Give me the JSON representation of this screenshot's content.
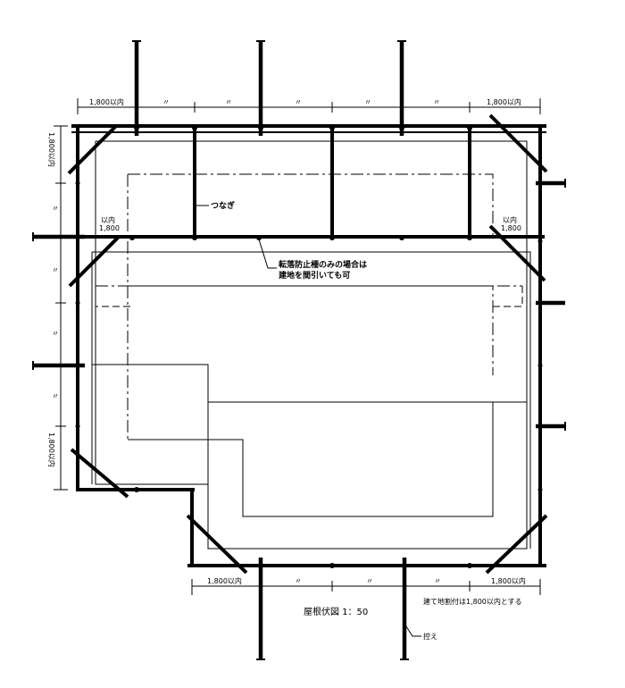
{
  "dimensions": {
    "top_left": "1,800以内",
    "top_right": "1,800以内",
    "ditto": "〃",
    "left_top": "1,800以内",
    "left_bottom": "1,800以内",
    "bottom_left": "1,800以内",
    "bottom_right": "1,800以内",
    "corner_left_line1": "以内",
    "corner_left_line2": "1,800",
    "corner_right_line1": "以内",
    "corner_right_line2": "1,800"
  },
  "labels": {
    "tie": "つなぎ",
    "note_line1": "転落防止柵のみの場合は",
    "note_line2": "建地を間引いても可",
    "brace": "控え",
    "spacing_note": "建て地割付は1,800以内とする"
  },
  "title": "屋根伏図 1：50"
}
